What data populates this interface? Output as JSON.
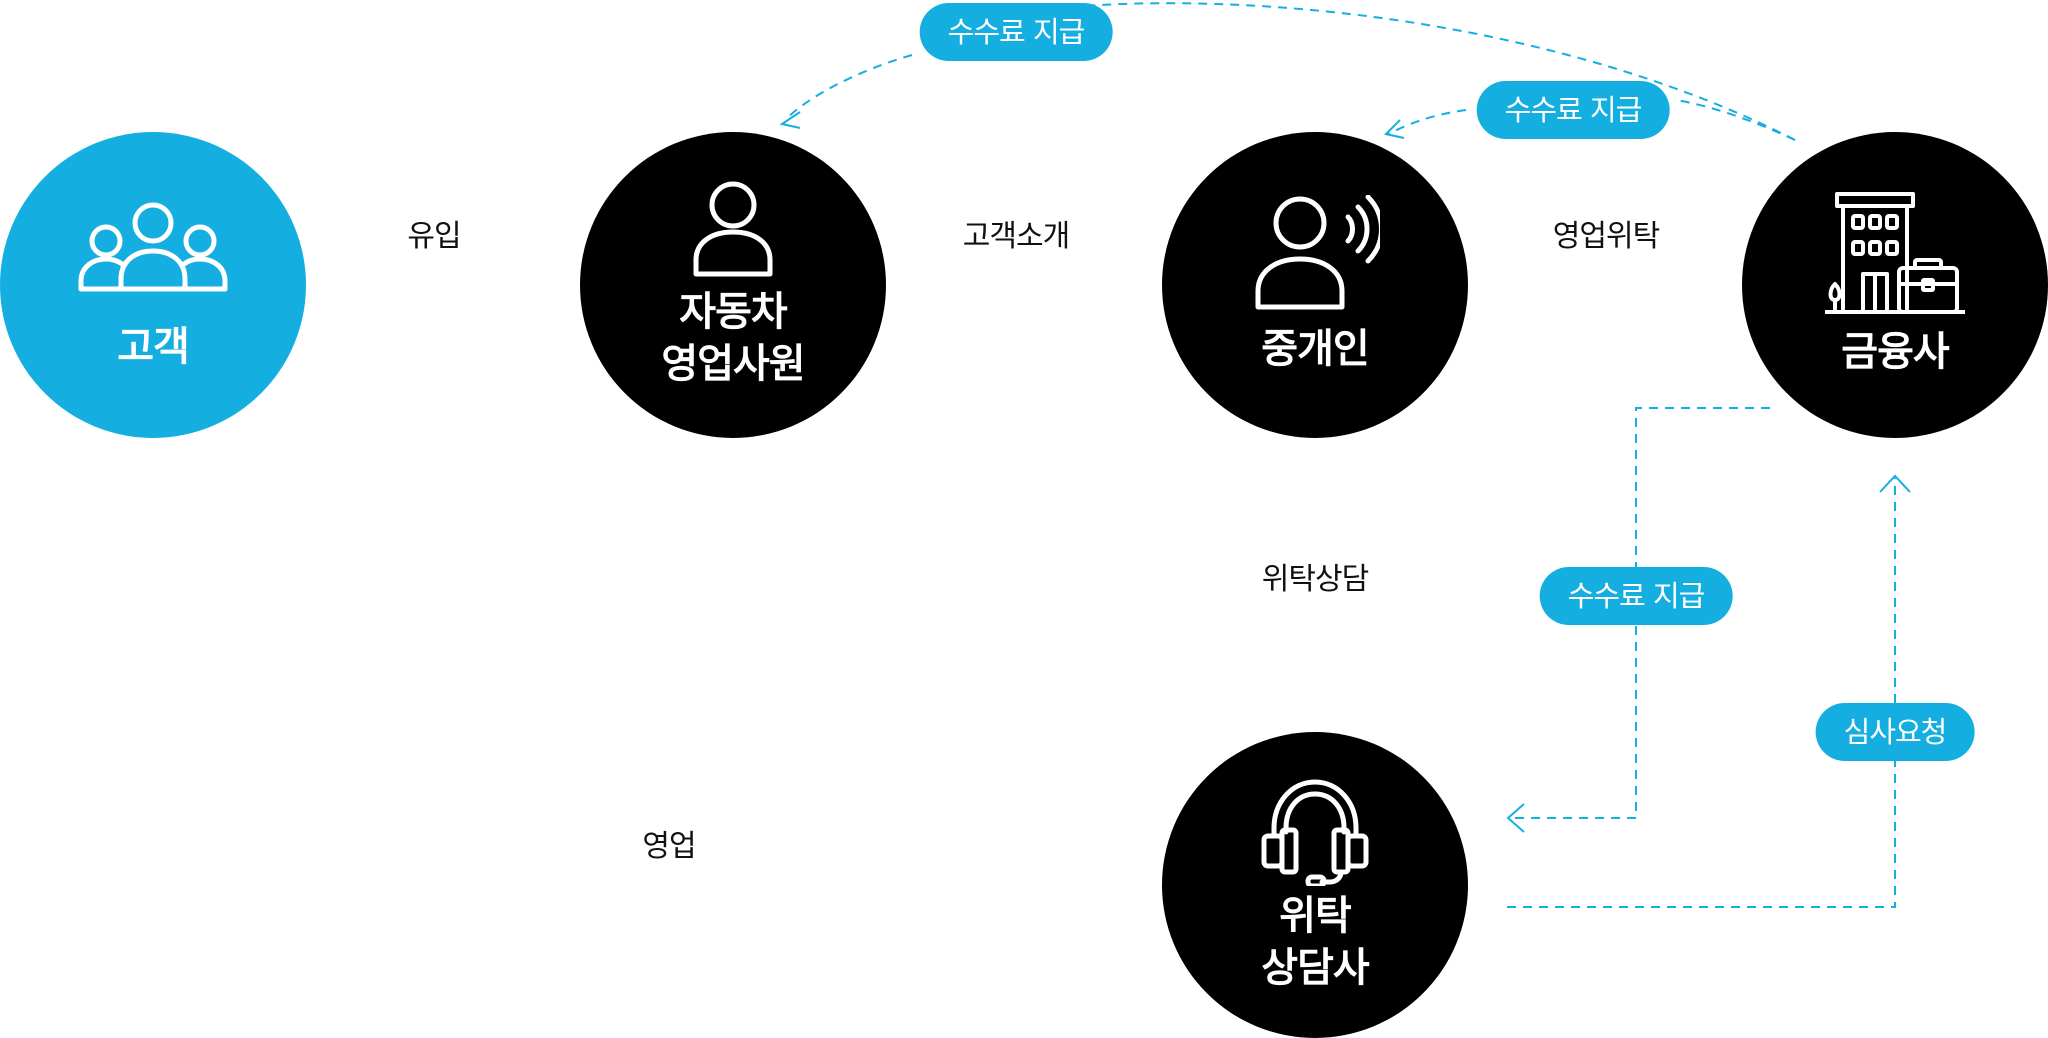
{
  "nodes": {
    "customer": "고객",
    "car_sales": "자동차\n영업사원",
    "broker": "중개인",
    "finance": "금융사",
    "consult": "위탁\n상담사"
  },
  "edges": {
    "inflow": "유입",
    "intro": "고객소개",
    "entrust": "영업위탁",
    "consult_entrust": "위탁상담",
    "sales": "영업"
  },
  "pills": {
    "fee_top": "수수료 지급",
    "fee_broker": "수수료 지급",
    "fee_consult": "수수료 지급",
    "review": "심사요청"
  },
  "colors": {
    "accent": "#14afe0",
    "node": "#000000"
  }
}
